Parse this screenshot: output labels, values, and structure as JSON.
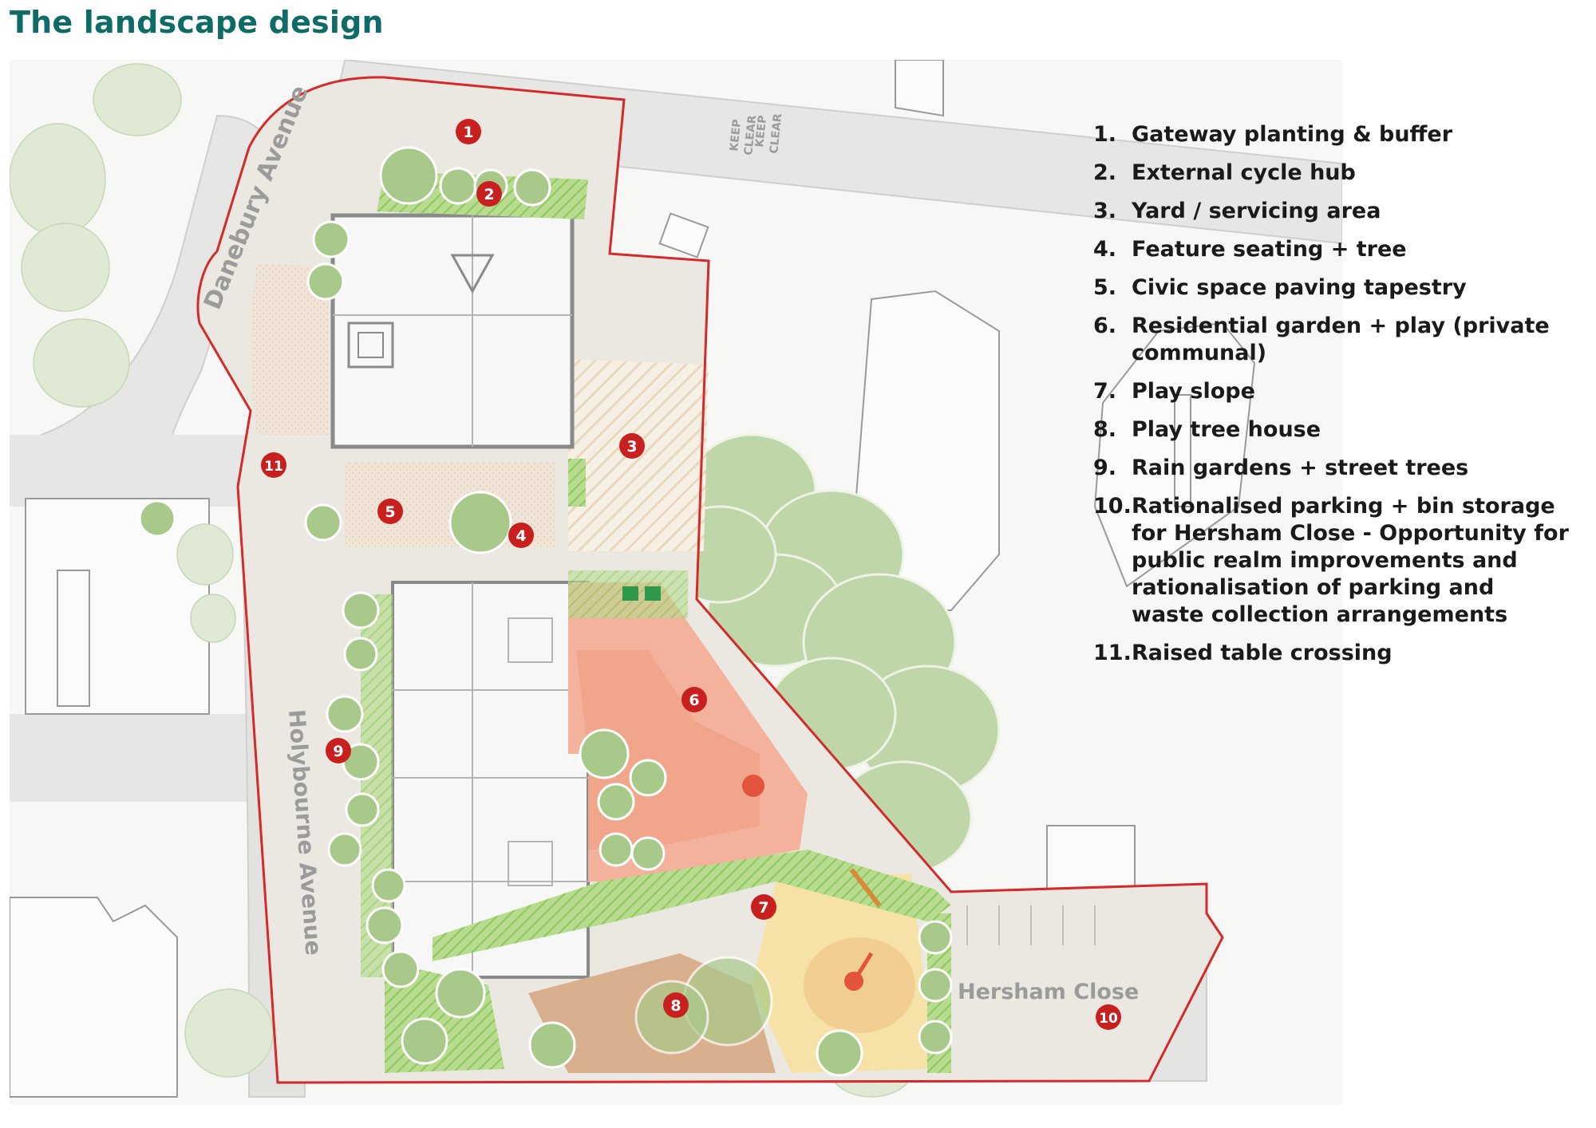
{
  "title": "The landscape design",
  "colors": {
    "title": "#0f6b66",
    "boundary": "#d42a2a",
    "marker": "#c8201f",
    "tree": "#a9c98a",
    "road": "#dcdcdc",
    "play_surface": "#f2a78c",
    "sand": "#f4e0a0",
    "planting": "#8cc85a"
  },
  "road_labels": {
    "danebury": "Danebury Avenue",
    "holybourne": "Holybourne Avenue",
    "hersham": "Hersham Close",
    "keep_clear_1": "KEEP",
    "keep_clear_2": "CLEAR",
    "keep_clear_3": "KEEP",
    "keep_clear_4": "CLEAR"
  },
  "markers": [
    "1",
    "2",
    "3",
    "4",
    "5",
    "6",
    "7",
    "8",
    "9",
    "10",
    "11"
  ],
  "legend": [
    {
      "num": "1.",
      "text": "Gateway planting & buffer"
    },
    {
      "num": "2.",
      "text": "External cycle hub"
    },
    {
      "num": "3.",
      "text": "Yard / servicing area"
    },
    {
      "num": "4.",
      "text": "Feature seating + tree"
    },
    {
      "num": "5.",
      "text": "Civic space paving tapestry"
    },
    {
      "num": "6.",
      "text": "Residential garden + play (private communal)"
    },
    {
      "num": "7.",
      "text": "Play slope"
    },
    {
      "num": "8.",
      "text": "Play tree house"
    },
    {
      "num": "9.",
      "text": "Rain gardens + street trees"
    },
    {
      "num": "10.",
      "text": "Rationalised parking + bin storage for Hersham Close - Opportunity for public realm improvements and rationalisation of parking and waste collection arrangements"
    },
    {
      "num": "11.",
      "text": "Raised table crossing"
    }
  ]
}
